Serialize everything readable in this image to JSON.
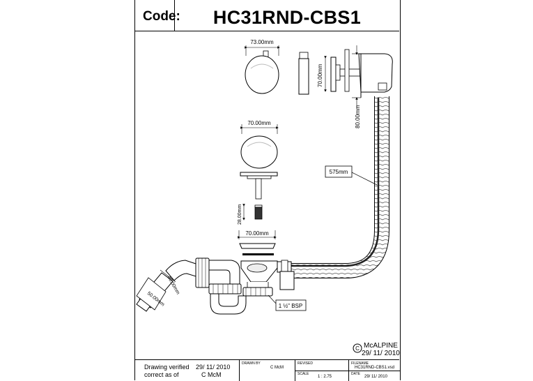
{
  "header": {
    "code_label": "Code:",
    "code_value": "HC31RND-CBS1"
  },
  "dimensions": {
    "top_cap_width": "73.00mm",
    "top_cap_height": "70.00mm",
    "overflow_depth": "80.00mm",
    "plug_width": "70.00mm",
    "spring_height": "28.00mm",
    "flange_width": "70.00mm",
    "hose_length": "575mm",
    "elbow_dim_a": "40.00mm",
    "elbow_dim_b": "50.00mm",
    "outlet_thread": "1 ½\" BSP"
  },
  "branding": {
    "copyright_symbol": "C",
    "company": "McALPINE",
    "company_date": "29/ 11/ 2010"
  },
  "footer": {
    "verified_line1": "Drawing verified",
    "verified_line2": "correct as of",
    "verified_date": "29/ 11/ 2010",
    "verified_by": "C McM",
    "drawn_by_label": "DRAWN BY",
    "drawn_by_value": "C McM",
    "revised_label": "REVISED",
    "revised_value": "",
    "scale_label": "SCALE",
    "scale_value": "1 : 2.75",
    "filename_label": "FILENAME",
    "filename_value": "HC31RND-CBS1.vsd",
    "date_label": "DATE",
    "date_value": "29/ 11/ 2010"
  }
}
